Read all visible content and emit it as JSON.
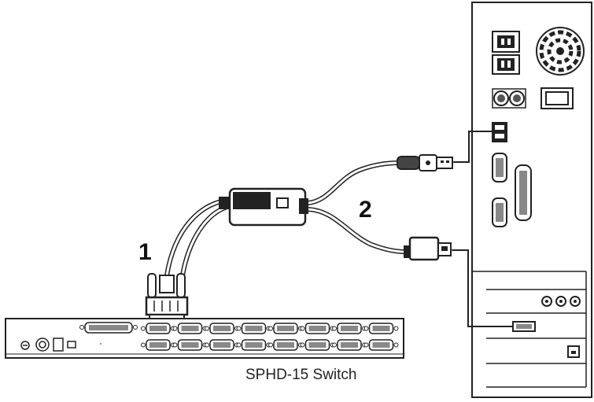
{
  "diagram": {
    "steps": [
      "1",
      "2"
    ],
    "switch_label": "SPHD-15 Switch"
  },
  "icons": {
    "pc_tower": "pc-tower-rear-icon",
    "kvm_switch": "kvm-switch-icon",
    "adapter": "kvm-adapter-cable-icon",
    "vga_connector": "vga-connector-icon",
    "usb_plug": "usb-plug-icon",
    "displayport_plug": "displayport-plug-icon"
  }
}
